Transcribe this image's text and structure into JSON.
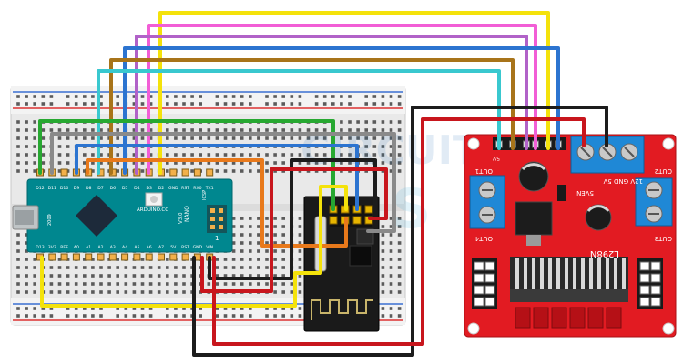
{
  "arduino": {
    "brand": "ARDUINO.CC",
    "model": "NANO",
    "version": "V3.0",
    "year": "2009",
    "icsp": "ICSP",
    "top_pins": [
      "D12",
      "D11",
      "D10",
      "D9",
      "D8",
      "D7",
      "D6",
      "D5",
      "D4",
      "D3",
      "D2",
      "GND",
      "RST",
      "RX0",
      "TX1"
    ],
    "bottom_pins": [
      "D13",
      "3V3",
      "REF",
      "A0",
      "A1",
      "A2",
      "A3",
      "A4",
      "A5",
      "A6",
      "A7",
      "5V",
      "RST",
      "GND",
      "VIN"
    ],
    "marker": "1"
  },
  "driver": {
    "title": "L298N",
    "out1": "OUT1",
    "out2": "OUT2",
    "out3": "OUT3",
    "out4": "OUT4",
    "power_labels": "12V GND 5V",
    "jumper": "5VEN",
    "left_label": "5V"
  },
  "watermark": {
    "text": "CIRCUIT",
    "text2": "DIGEST",
    "sub": "S"
  },
  "colors": {
    "breadboard": "#ececec",
    "arduino_board": "#00878f",
    "driver_board": "#e21b22",
    "nrf_board": "#1a1a1a",
    "wire_yellow": "#f4e20b",
    "wire_pink": "#f25ed6",
    "wire_purple": "#b162c8",
    "wire_blue": "#2c74d0",
    "wire_brown": "#a8741a",
    "wire_cyan": "#39c8cf",
    "wire_red": "#c8161d",
    "wire_black": "#1c1c1c",
    "wire_green": "#27a831",
    "wire_gray": "#8a8a8a",
    "wire_orange": "#e8791b"
  }
}
